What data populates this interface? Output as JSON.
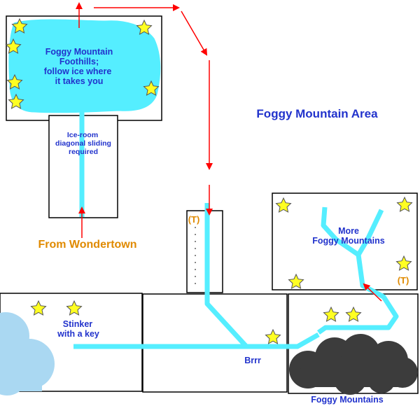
{
  "title": "Foggy Mountain Area",
  "areas": {
    "foothills": {
      "line1": "Foggy Mountain",
      "line2": "Foothills;",
      "line3": "follow ice where",
      "line4": "it takes you"
    },
    "ice_room": {
      "line1": "Ice-room",
      "line2": "diagonal sliding",
      "line3": "required"
    },
    "entry": "From Wondertown",
    "more_mountains": {
      "line1": "More",
      "line2": "Foggy Mountains"
    },
    "stinker": {
      "line1": "Stinker",
      "line2": "with a key"
    },
    "brrr": "Brrr",
    "foggy_mountains": "Foggy Mountains"
  },
  "markers": {
    "teleport": "(T)"
  },
  "colors": {
    "ice": "#55eeff",
    "fog_light": "#aad8f2",
    "fog_dark": "#3c3c3c",
    "arrow": "#ff0000",
    "label_blue": "#2233cc",
    "label_orange": "#e08a00",
    "star_fill": "#ffff22",
    "star_stroke": "#555555"
  }
}
